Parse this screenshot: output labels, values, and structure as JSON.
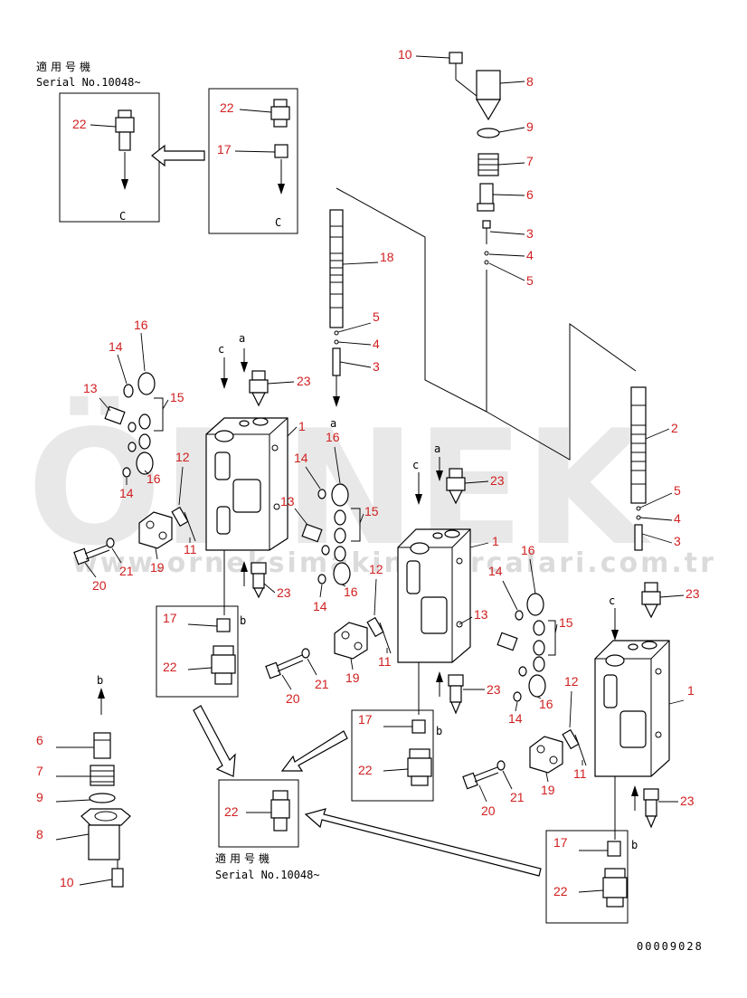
{
  "serial_note": {
    "japanese": "適用号機",
    "serial": "Serial No.10048~"
  },
  "drawing_code": "00009028",
  "watermark": {
    "brand": "ÖRNEK",
    "url": "www.orneksimakinaparcalari.com.tr"
  },
  "flow_letters": {
    "a": "a",
    "b": "b",
    "c": "c",
    "C": "C"
  },
  "part_labels": {
    "p1": "1",
    "p2": "2",
    "p3": "3",
    "p4": "4",
    "p5": "5",
    "p6": "6",
    "p7": "7",
    "p8": "8",
    "p9": "9",
    "p10": "10",
    "p11": "11",
    "p12": "12",
    "p13": "13",
    "p14": "14",
    "p15": "15",
    "p16": "16",
    "p17": "17",
    "p18": "18",
    "p19": "19",
    "p20": "20",
    "p21": "21",
    "p22": "22",
    "p23": "23"
  }
}
